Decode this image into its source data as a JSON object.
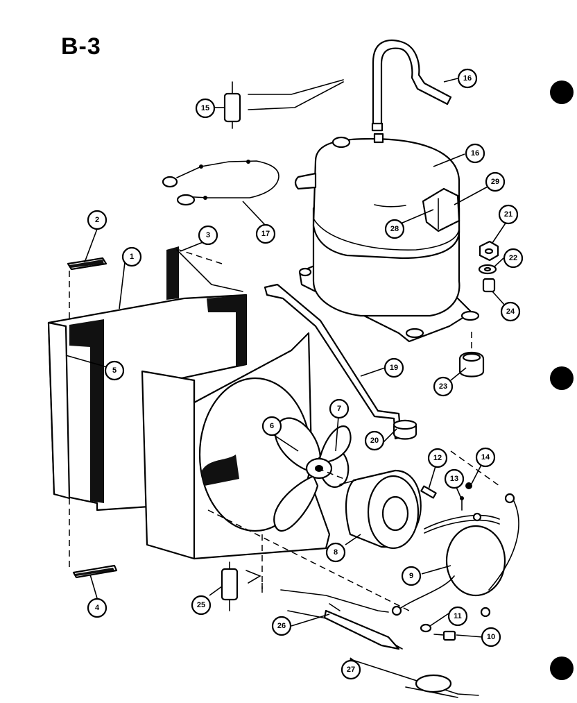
{
  "title": "B-3",
  "callouts": [
    {
      "id": "1",
      "label": "1"
    },
    {
      "id": "2",
      "label": "2"
    },
    {
      "id": "3",
      "label": "3"
    },
    {
      "id": "4",
      "label": "4"
    },
    {
      "id": "5",
      "label": "5"
    },
    {
      "id": "6",
      "label": "6"
    },
    {
      "id": "7",
      "label": "7"
    },
    {
      "id": "8",
      "label": "8"
    },
    {
      "id": "9",
      "label": "9"
    },
    {
      "id": "10",
      "label": "10"
    },
    {
      "id": "11",
      "label": "11"
    },
    {
      "id": "12",
      "label": "12"
    },
    {
      "id": "13",
      "label": "13"
    },
    {
      "id": "14",
      "label": "14"
    },
    {
      "id": "15",
      "label": "15"
    },
    {
      "id": "16a",
      "label": "16"
    },
    {
      "id": "16b",
      "label": "16"
    },
    {
      "id": "17",
      "label": "17"
    },
    {
      "id": "19",
      "label": "19"
    },
    {
      "id": "20",
      "label": "20"
    },
    {
      "id": "21",
      "label": "21"
    },
    {
      "id": "22",
      "label": "22"
    },
    {
      "id": "23",
      "label": "23"
    },
    {
      "id": "24",
      "label": "24"
    },
    {
      "id": "25",
      "label": "25"
    },
    {
      "id": "26",
      "label": "26"
    },
    {
      "id": "27",
      "label": "27"
    },
    {
      "id": "28",
      "label": "28"
    },
    {
      "id": "29",
      "label": "29"
    }
  ]
}
